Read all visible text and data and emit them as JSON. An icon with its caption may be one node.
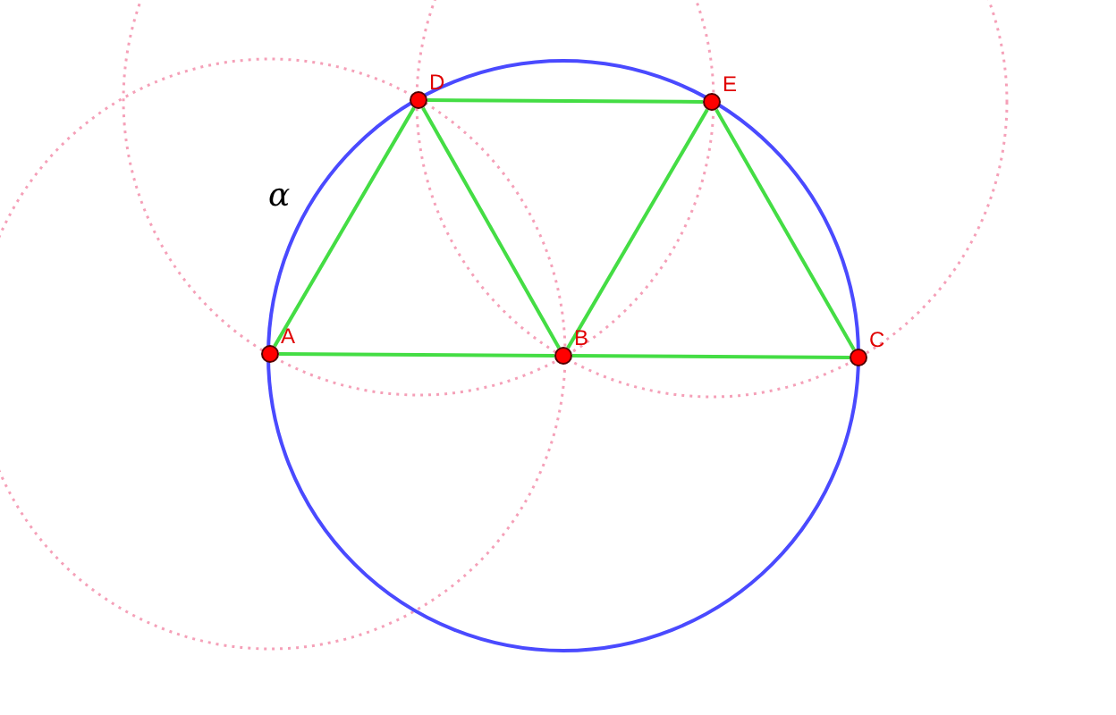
{
  "diagram": {
    "nodes": [
      {
        "text": [
          "D"
        ]
      },
      {
        "text": [
          "E"
        ]
      },
      {
        "text": [
          "A"
        ]
      },
      {
        "text": [
          "B"
        ]
      },
      {
        "text": [
          "C"
        ]
      }
    ],
    "edges": [
      {
        "from": 0,
        "to": 1,
        "arrow": "none"
      },
      {
        "from": 2,
        "to": 0,
        "arrow": "none"
      },
      {
        "from": 0,
        "to": 3,
        "arrow": "none"
      },
      {
        "from": 3,
        "to": 1,
        "arrow": "none"
      },
      {
        "from": 1,
        "to": 4,
        "arrow": "none"
      },
      {
        "from": 2,
        "to": 3,
        "arrow": "none"
      },
      {
        "from": 3,
        "to": 4,
        "arrow": "none"
      }
    ],
    "labels": [
      "α"
    ]
  }
}
